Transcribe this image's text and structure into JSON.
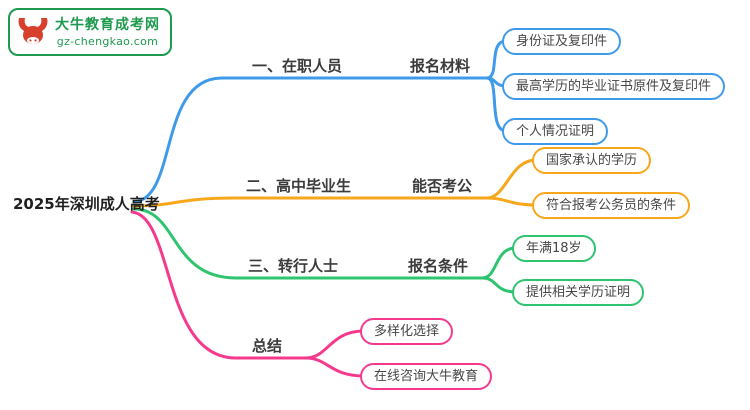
{
  "logo": {
    "site_name": "大牛教育成考网",
    "site_url": "gz-chengkao.com",
    "brand_color": "#1e9a4e",
    "icon": "bull-icon",
    "icon_color": "#d8402e"
  },
  "root": {
    "label": "2025年深圳成人高考"
  },
  "branches": [
    {
      "color": "#3f9bea",
      "nodes": [
        "一、在职人员",
        "报名材料"
      ],
      "leaves": [
        "身份证及复印件",
        "最高学历的毕业证书原件及复印件",
        "个人情况证明"
      ]
    },
    {
      "color": "#f7a71c",
      "nodes": [
        "二、高中毕业生",
        "能否考公"
      ],
      "leaves": [
        "国家承认的学历",
        "符合报考公务员的条件"
      ]
    },
    {
      "color": "#2fc46f",
      "nodes": [
        "三、转行人士",
        "报名条件"
      ],
      "leaves": [
        "年满18岁",
        "提供相关学历证明"
      ]
    },
    {
      "color": "#f53a8e",
      "nodes": [
        "总结"
      ],
      "leaves": [
        "多样化选择",
        "在线咨询大牛教育"
      ]
    }
  ]
}
